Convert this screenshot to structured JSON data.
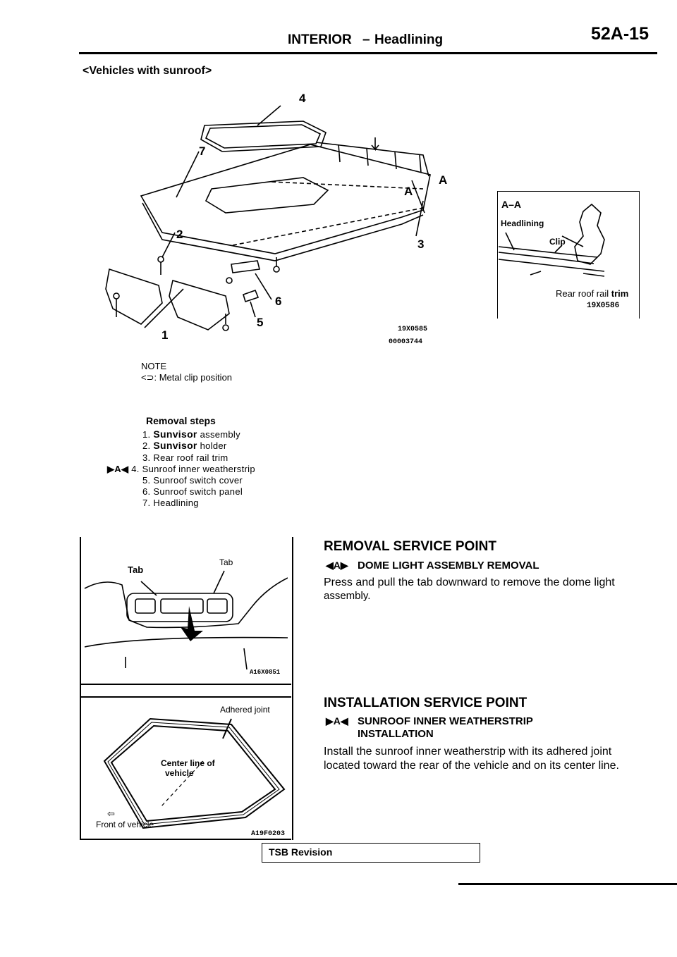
{
  "header": {
    "section": "INTERIOR",
    "dash": "–",
    "subsection": "Headlining",
    "page": "52A-15"
  },
  "variant_label": "<Vehicles with sunroof>",
  "main_figure": {
    "callouts": [
      "4",
      "7",
      "2",
      "3",
      "6",
      "5",
      "1"
    ],
    "section_marker": "A",
    "figure_codes": [
      "19X0585",
      "00003744"
    ]
  },
  "section_view": {
    "title": "A–A",
    "labels": {
      "headlining": "Headlining",
      "clip": "Clip",
      "rear_roof_rail": "Rear roof rail",
      "trim": "trim"
    },
    "figure_code": "19X0586"
  },
  "note": {
    "label": "NOTE",
    "text": ": Metal clip position"
  },
  "removal_steps": {
    "title": "Removal  steps",
    "items": [
      {
        "num": "1.",
        "name": "Sunvisor",
        "rest": "assembly"
      },
      {
        "num": "2.",
        "name": "Sunvisor",
        "rest": "holder"
      },
      {
        "num": "3.",
        "name": "",
        "rest": "Rear  roof  rail  trim"
      },
      {
        "num": "4.",
        "name": "",
        "rest": "Sunroof  inner  weatherstrip",
        "mark": "▶A◀"
      },
      {
        "num": "5.",
        "name": "",
        "rest": "Sunroof  switch  cover"
      },
      {
        "num": "6.",
        "name": "",
        "rest": "Sunroof  switch  panel"
      },
      {
        "num": "7.",
        "name": "",
        "rest": "Headlining"
      }
    ]
  },
  "dome_figure": {
    "tab_left": "Tab",
    "tab_right": "Tab",
    "figure_code": "A16X0851"
  },
  "weatherstrip_figure": {
    "adhered_joint": "Adhered  joint",
    "center_line": "Center line of",
    "vehicle": "vehicle",
    "front": "Front  of  vehicle",
    "figure_code": "A19F0203"
  },
  "removal_service": {
    "title": "REMOVAL  SERVICE  POINT",
    "mark": "◀A▶",
    "subtitle": "DOME  LIGHT  ASSEMBLY  REMOVAL",
    "body_line1": "Press  and  pull  the  tab  downward  to  remove  the  dome  light",
    "body_line2": "assembly."
  },
  "installation_service": {
    "title": "INSTALLATION  SERVICE  POINT",
    "mark": "▶A◀",
    "subtitle_line1": "SUNROOF  INNER  WEATHERSTRIP",
    "subtitle_line2": "INSTALLATION",
    "body_line1": "Install  the  sunroof  inner  weatherstrip  with  its  adhered  joint",
    "body_line2": "located  toward  the  rear  of  the  vehicle  and  on  its  center  line."
  },
  "footer": {
    "tsb": "TSB Revision"
  }
}
